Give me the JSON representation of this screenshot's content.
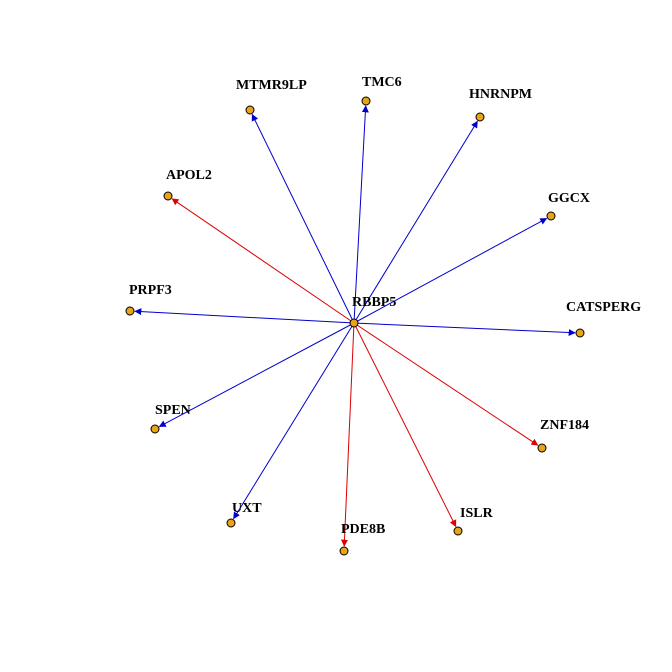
{
  "graph": {
    "center": {
      "id": "RBBP5",
      "label": "RBBP5"
    },
    "node_color": "#E8A317",
    "node_stroke": "#000000",
    "edge_colors": {
      "blue": "#0000CC",
      "red": "#DD0000"
    },
    "nodes": [
      {
        "id": "MTMR9LP",
        "label": "MTMR9LP",
        "edge": "blue"
      },
      {
        "id": "TMC6",
        "label": "TMC6",
        "edge": "blue"
      },
      {
        "id": "HNRNPM",
        "label": "HNRNPM",
        "edge": "blue"
      },
      {
        "id": "GGCX",
        "label": "GGCX",
        "edge": "blue"
      },
      {
        "id": "CATSPERG",
        "label": "CATSPERG",
        "edge": "blue"
      },
      {
        "id": "ZNF184",
        "label": "ZNF184",
        "edge": "red"
      },
      {
        "id": "ISLR",
        "label": "ISLR",
        "edge": "red"
      },
      {
        "id": "PDE8B",
        "label": "PDE8B",
        "edge": "red"
      },
      {
        "id": "UXT",
        "label": "UXT",
        "edge": "blue"
      },
      {
        "id": "SPEN",
        "label": "SPEN",
        "edge": "blue"
      },
      {
        "id": "PRPF3",
        "label": "PRPF3",
        "edge": "blue"
      },
      {
        "id": "APOL2",
        "label": "APOL2",
        "edge": "red"
      }
    ]
  }
}
